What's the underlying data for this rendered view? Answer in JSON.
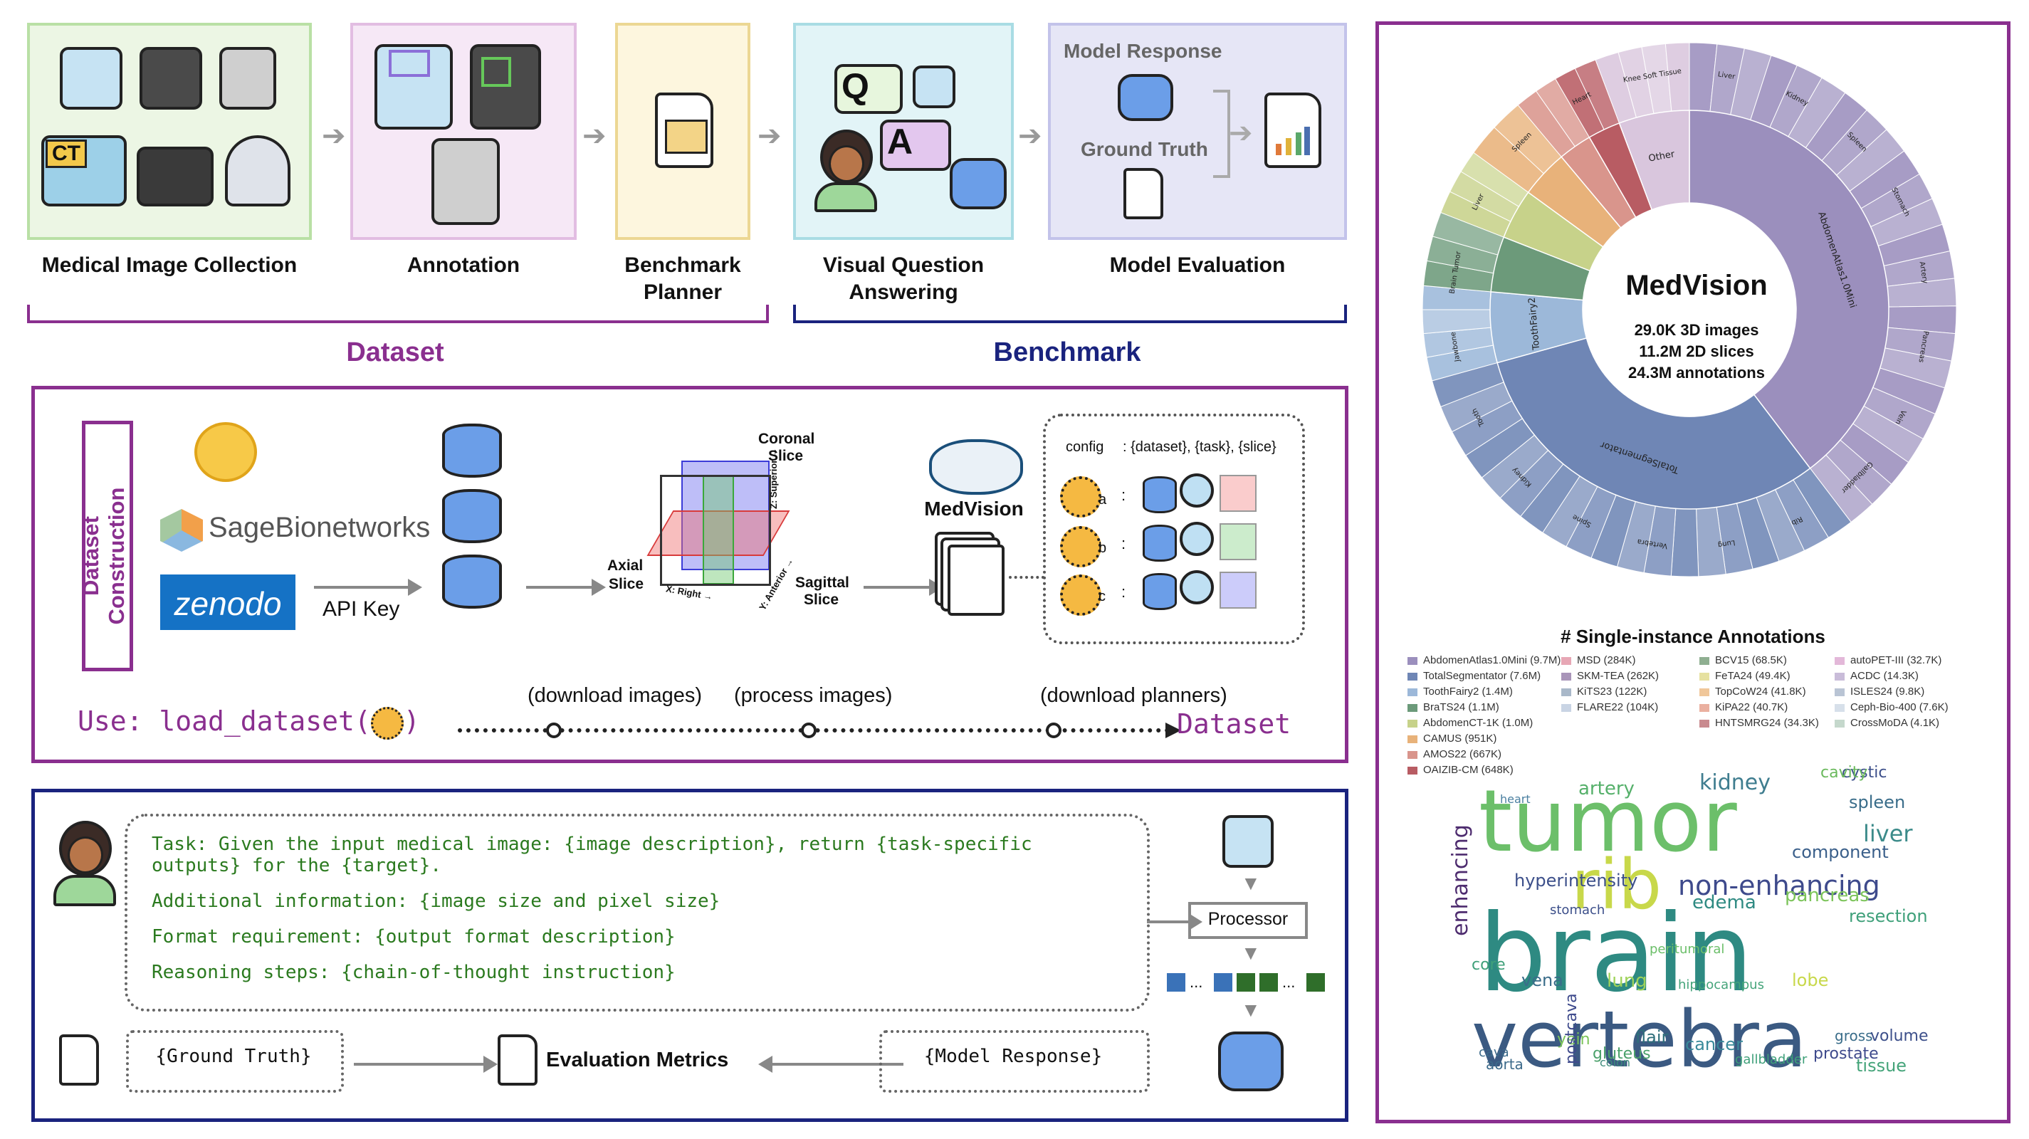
{
  "pipeline": {
    "stage1": "Medical Image Collection",
    "stage2": "Annotation",
    "stage3_l1": "Benchmark",
    "stage3_l2": "Planner",
    "stage4_l1": "Visual Question",
    "stage4_l2": "Answering",
    "stage5": "Model Evaluation",
    "model_response": "Model Response",
    "ground_truth": "Ground Truth",
    "ct_label": "CT",
    "dataset_group": "Dataset",
    "benchmark_group": "Benchmark",
    "colors": {
      "dataset": "#8a2f8f",
      "benchmark": "#1a237e"
    }
  },
  "construction": {
    "side_title": "Dataset Construction",
    "sage": "SageBionetworks",
    "zenodo": "zenodo",
    "api_key": "API Key",
    "coronal_l1": "Coronal",
    "coronal_l2": "Slice",
    "axial_l1": "Axial",
    "axial_l2": "Slice",
    "sagittal_l1": "Sagittal",
    "sagittal_l2": "Slice",
    "axis_superior": "Z: Superior →",
    "axis_right": "X: Right →",
    "axis_anterior": "Y: Anterior →",
    "medvision": "MedVision",
    "config_label": "config",
    "config_value": ": {dataset}, {task}, {slice}",
    "row_a": "a",
    "row_b": "b",
    "row_c": "c",
    "colon": ":",
    "use_label": "Use: load_dataset(",
    "use_close": ")",
    "step1": "(download images)",
    "step2": "(process images)",
    "step3": "(download planners)",
    "dataset_out": "Dataset"
  },
  "prompt": {
    "task": "Task: Given the input medical image: {image description}, return {task-specific",
    "task2": "outputs} for the {target}.",
    "additional": "Additional information: {image size and pixel size}",
    "format": "Format requirement: {output format description}",
    "reasoning": "Reasoning steps: {chain-of-thought instruction}",
    "processor": "Processor",
    "dots": "...",
    "ground_truth": "{Ground Truth}",
    "metrics": "Evaluation Metrics",
    "model_response": "{Model Response}"
  },
  "sunburst": {
    "center_title": "MedVision",
    "center_l1": "29.0K 3D images",
    "center_l2": "11.2M 2D slices",
    "center_l3": "24.3M annotations",
    "inner": [
      {
        "label": "AbdomenAtlas1.0Mini",
        "value": 9.7,
        "color": "#9b8fbd"
      },
      {
        "label": "TotalSegmentator",
        "value": 7.6,
        "color": "#6f86b5"
      },
      {
        "label": "ToothFairy2",
        "value": 1.4,
        "color": "#9cb8d9"
      },
      {
        "label": "BraTS24",
        "value": 1.1,
        "color": "#6c9a7a"
      },
      {
        "label": "AbdomenCT-1K",
        "value": 1.0,
        "color": "#c7d28a"
      },
      {
        "label": "CAMUS",
        "value": 0.951,
        "color": "#e8b27a"
      },
      {
        "label": "AMOS22",
        "value": 0.667,
        "color": "#d9958c"
      },
      {
        "label": "OAIZIB-CM",
        "value": 0.648,
        "color": "#b85c63"
      },
      {
        "label": "Other",
        "value": 1.4,
        "color": "#d9c6dd"
      }
    ],
    "outer_labels": [
      "Liver",
      "Kidney",
      "Spleen",
      "Stomach",
      "Artery",
      "Pancreas",
      "Vein",
      "Gallbladder",
      "Rib",
      "Lung",
      "Vertebra",
      "Spine",
      "Kidney",
      "Tooth",
      "Jawbone",
      "Brain Tumor",
      "Liver",
      "Spleen",
      "Heart",
      "Knee Soft Tissue"
    ],
    "legend_title": "# Single-instance Annotations",
    "legend": [
      {
        "label": "AbdomenAtlas1.0Mini (9.7M)",
        "color": "#9b8fbd"
      },
      {
        "label": "TotalSegmentator (7.6M)",
        "color": "#6f86b5"
      },
      {
        "label": "ToothFairy2 (1.4M)",
        "color": "#9cb8d9"
      },
      {
        "label": "BraTS24 (1.1M)",
        "color": "#6c9a7a"
      },
      {
        "label": "AbdomenCT-1K (1.0M)",
        "color": "#c7d28a"
      },
      {
        "label": "CAMUS (951K)",
        "color": "#e8b27a"
      },
      {
        "label": "AMOS22 (667K)",
        "color": "#d9958c"
      },
      {
        "label": "OAIZIB-CM (648K)",
        "color": "#b85c63"
      },
      {
        "label": "MSD (284K)",
        "color": "#e7a7b5"
      },
      {
        "label": "SKM-TEA (262K)",
        "color": "#a995b9"
      },
      {
        "label": "KiTS23 (122K)",
        "color": "#a9b8c9"
      },
      {
        "label": "FLARE22 (104K)",
        "color": "#c9d4e4"
      },
      {
        "label": "BCV15 (68.5K)",
        "color": "#8faf91"
      },
      {
        "label": "FeTA24 (49.4K)",
        "color": "#e6e1a0"
      },
      {
        "label": "TopCoW24 (41.8K)",
        "color": "#f0c79a"
      },
      {
        "label": "KiPA22 (40.7K)",
        "color": "#eab0a0"
      },
      {
        "label": "HNTSMRG24 (34.3K)",
        "color": "#c98a8f"
      },
      {
        "label": "autoPET-III (32.7K)",
        "color": "#e3b8d9"
      },
      {
        "label": "ACDC (14.3K)",
        "color": "#c9bcd9"
      },
      {
        "label": "ISLES24 (9.8K)",
        "color": "#b9c4d4"
      },
      {
        "label": "Ceph-Bio-400 (7.6K)",
        "color": "#d7e0ea"
      },
      {
        "label": "CrossMoDA (4.1K)",
        "color": "#c5d8cc"
      }
    ]
  },
  "wordcloud": [
    {
      "t": "tumor",
      "c": "#6cbf6a"
    },
    {
      "t": "brain",
      "c": "#2e8a82"
    },
    {
      "t": "vertebra",
      "c": "#3b5a82"
    },
    {
      "t": "rib",
      "c": "#c8d84a"
    },
    {
      "t": "non-enhancing",
      "c": "#3e4a8c"
    },
    {
      "t": "enhancing",
      "c": "#4d2b6e"
    },
    {
      "t": "kidney",
      "c": "#3f7d8f"
    },
    {
      "t": "artery",
      "c": "#55b06a"
    },
    {
      "t": "spleen",
      "c": "#3a6d8a"
    },
    {
      "t": "liver",
      "c": "#3c8b8a"
    },
    {
      "t": "cystic",
      "c": "#3c4f8a"
    },
    {
      "t": "cavity",
      "c": "#6ab95c"
    },
    {
      "t": "hyperintensity",
      "c": "#3c4f8a"
    },
    {
      "t": "component",
      "c": "#3a5f8a"
    },
    {
      "t": "pancreas",
      "c": "#7cc45a"
    },
    {
      "t": "edema",
      "c": "#2e8a82"
    },
    {
      "t": "resection",
      "c": "#3fa07a"
    },
    {
      "t": "lung",
      "c": "#9fd35a"
    },
    {
      "t": "lobe",
      "c": "#c8d84a"
    },
    {
      "t": "vena",
      "c": "#3a6d8a"
    },
    {
      "t": "cancer",
      "c": "#3a8a9a"
    },
    {
      "t": "gross",
      "c": "#3a6d8a"
    },
    {
      "t": "volume",
      "c": "#3c4f8a"
    },
    {
      "t": "prostate",
      "c": "#3e4a8c"
    },
    {
      "t": "tissue",
      "c": "#45a47a"
    },
    {
      "t": "flair",
      "c": "#2e6e7a"
    },
    {
      "t": "yein",
      "c": "#7cc45a"
    },
    {
      "t": "gluteus",
      "c": "#4aa06a"
    },
    {
      "t": "aorta",
      "c": "#3c6a8a"
    },
    {
      "t": "colon",
      "c": "#3c8a7a"
    },
    {
      "t": "core",
      "c": "#3fa07a"
    },
    {
      "t": "cava",
      "c": "#3c6a8a"
    },
    {
      "t": "stomach",
      "c": "#3c4f8a"
    },
    {
      "t": "postcava",
      "c": "#3e4a8c"
    },
    {
      "t": "peritumoral",
      "c": "#6cbf6a"
    },
    {
      "t": "hippocampus",
      "c": "#45a47a"
    },
    {
      "t": "heart",
      "c": "#4a7fa0"
    },
    {
      "t": "gallbladder",
      "c": "#3fa07a"
    }
  ]
}
